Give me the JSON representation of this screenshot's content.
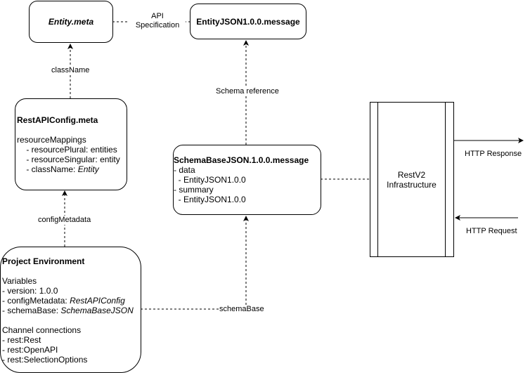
{
  "nodes": {
    "entity_meta": {
      "title": "Entity.meta"
    },
    "entity_json": {
      "title": "EntityJSON1.0.0.message"
    },
    "rest_api_config": {
      "title": "RestAPIConfig.meta",
      "section": "resourceMappings",
      "items": [
        {
          "key": "    - resourcePlural: ",
          "value": "entities"
        },
        {
          "key": "    - resourceSingular: ",
          "value": "entity"
        },
        {
          "key": "    - className: ",
          "value": "Entity"
        }
      ]
    },
    "schema_base_json": {
      "title": "SchemaBaseJSON.1.0.0.message",
      "lines": [
        "- data",
        "  - EntityJSON1.0.0",
        "- summary",
        "  - EntityJSON1.0.0"
      ]
    },
    "project_environment": {
      "title": "Project Environment",
      "variables_heading": "Variables",
      "variables": [
        {
          "key": "- version: ",
          "value": "1.0.0"
        },
        {
          "key": "- configMetadata: ",
          "value": "RestAPIConfig"
        },
        {
          "key": "- schemaBase: ",
          "value": "SchemaBaseJSON"
        }
      ],
      "channels_heading": "Channel connections",
      "channels": [
        "- rest:Rest",
        "- rest:OpenAPI",
        "- rest:SelectionOptions"
      ]
    },
    "restv2": {
      "title_line1": "RestV2",
      "title_line2": "Infrastructure"
    }
  },
  "edges": {
    "api_spec_line1": "API",
    "api_spec_line2": "Specification",
    "class_name": "className",
    "schema_reference": "Schema reference",
    "config_metadata": "configMetadata",
    "schema_base": "schemaBase",
    "http_response": "HTTP Response",
    "http_request": "HTTP Request"
  }
}
